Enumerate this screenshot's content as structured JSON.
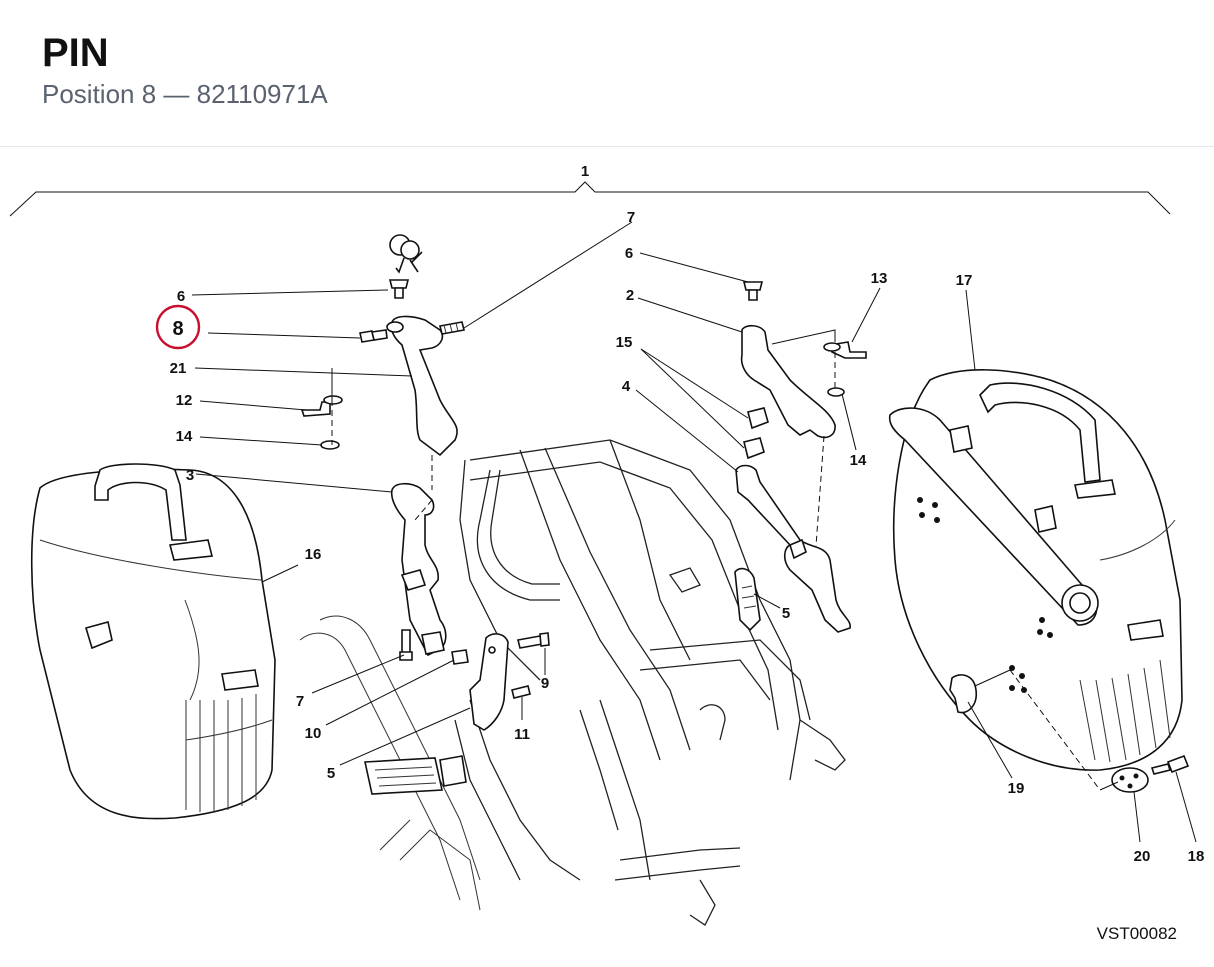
{
  "header": {
    "title": "PIN",
    "position_label": "Position 8",
    "separator": "—",
    "part_number": "82110971A"
  },
  "diagram": {
    "drawing_id": "VST00082",
    "highlighted_callout": "8",
    "callouts": {
      "c1": "1",
      "c2": "2",
      "c3": "3",
      "c4": "4",
      "c5a": "5",
      "c5b": "5",
      "c6a": "6",
      "c6b": "6",
      "c7a": "7",
      "c7b": "7",
      "c8": "8",
      "c9": "9",
      "c10": "10",
      "c11": "11",
      "c12": "12",
      "c13": "13",
      "c14a": "14",
      "c14b": "14",
      "c15": "15",
      "c16": "16",
      "c17": "17",
      "c18": "18",
      "c19": "19",
      "c20": "20",
      "c21": "21"
    },
    "colors": {
      "highlight": "#c8102e",
      "line": "#111111"
    },
    "icons": [
      "key-icon"
    ]
  }
}
